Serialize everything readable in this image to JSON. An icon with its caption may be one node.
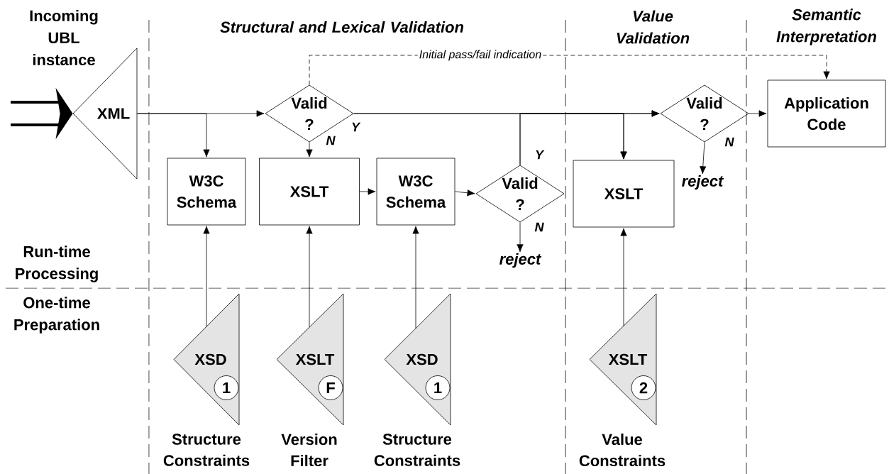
{
  "diagram": {
    "nodes": [
      {
        "text": [
          "XML"
        ]
      },
      {
        "text": [
          "Valid ?"
        ]
      },
      {
        "text": [
          "W3C Schema"
        ]
      },
      {
        "text": [
          "XSLT"
        ]
      },
      {
        "text": [
          "W3C Schema"
        ]
      },
      {
        "text": [
          "Valid ?"
        ]
      },
      {
        "text": [
          "XSLT"
        ]
      },
      {
        "text": [
          "Valid ?"
        ]
      },
      {
        "text": [
          "Application Code"
        ]
      },
      {
        "text": [
          "reject"
        ]
      },
      {
        "text": [
          "reject"
        ]
      },
      {
        "text": [
          "XSD",
          "1"
        ],
        "beside": [
          "Structure Constraints"
        ]
      },
      {
        "text": [
          "XSLT",
          "F"
        ],
        "beside": [
          "Version Filter"
        ]
      },
      {
        "text": [
          "XSD",
          "1"
        ],
        "beside": [
          "Structure Constraints"
        ]
      },
      {
        "text": [
          "XSLT",
          "2"
        ],
        "beside": [
          "Value Constraints"
        ]
      }
    ],
    "edges": [
      {
        "from": null,
        "to": 0,
        "arrow": "to",
        "style": "thick"
      },
      {
        "from": 0,
        "to": 1,
        "arrow": "to"
      },
      {
        "from": 0,
        "to": 2,
        "arrow": "to"
      },
      {
        "from": 1,
        "to": 3,
        "arrow": "to",
        "label": "N"
      },
      {
        "from": 3,
        "to": 4,
        "arrow": "to"
      },
      {
        "from": 4,
        "to": 5,
        "arrow": "to"
      },
      {
        "from": 1,
        "to": 7,
        "arrow": "to",
        "label": "Y"
      },
      {
        "from": 5,
        "to": 7,
        "arrow": "to",
        "label": "Y"
      },
      {
        "from": 1,
        "to": 6,
        "arrow": "to"
      },
      {
        "from": 5,
        "to": 6,
        "arrow": "to"
      },
      {
        "from": 5,
        "to": 9,
        "arrow": "to",
        "label": "N"
      },
      {
        "from": 7,
        "to": 10,
        "arrow": "to",
        "label": "N"
      },
      {
        "from": 7,
        "to": 8,
        "arrow": "to"
      },
      {
        "from": 1,
        "to": 8,
        "arrow": "to",
        "style": "dashed",
        "label": "Initial pass/fail indication"
      },
      {
        "from": 11,
        "to": 2,
        "arrow": "to"
      },
      {
        "from": 12,
        "to": 3,
        "arrow": "to"
      },
      {
        "from": 13,
        "to": 4,
        "arrow": "to"
      },
      {
        "from": 14,
        "to": 6,
        "arrow": "to"
      }
    ],
    "labels": [
      "Incoming UBL instance",
      "Structural and Lexical Validation",
      "Value Validation",
      "Semantic Interpretation",
      "Run-time Processing",
      "One-time Preparation"
    ]
  }
}
